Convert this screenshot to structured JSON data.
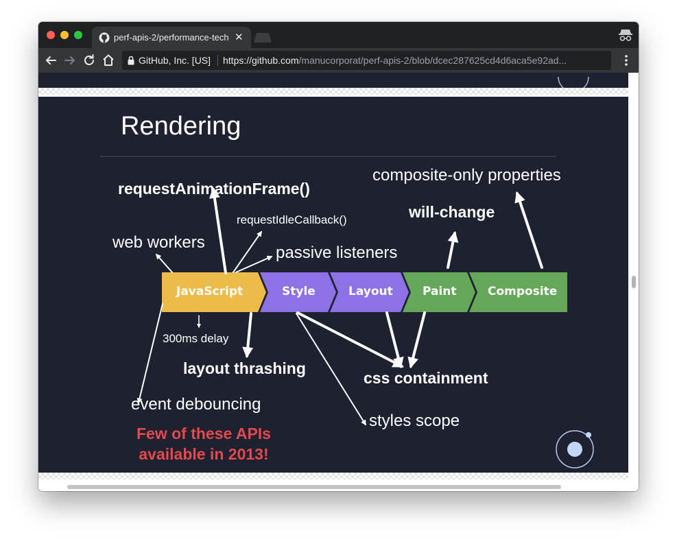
{
  "browser": {
    "tab_title": "perf-apis-2/performance-tech",
    "tab_close": "✕",
    "site_identity": "GitHub, Inc. [US]",
    "url_scheme_host": "https://github.com",
    "url_path": "/manucorporat/perf-apis-2/blob/dcec287625cd4d6aca5e92ad...",
    "icons": [
      "github-icon",
      "close-icon",
      "incognito-icon",
      "back-icon",
      "forward-icon",
      "reload-icon",
      "home-icon",
      "lock-icon",
      "star-icon",
      "menu-icon"
    ]
  },
  "slide": {
    "title": "Rendering",
    "pipeline": {
      "javascript": "JavaScript",
      "style": "Style",
      "layout": "Layout",
      "paint": "Paint",
      "composite": "Composite"
    },
    "annotations": {
      "raf": "requestAnimationFrame()",
      "ric": "requestIdleCallback()",
      "web_workers": "web workers",
      "passive": "passive listeners",
      "delay": "300ms delay",
      "thrashing": "layout thrashing",
      "debouncing": "event debouncing",
      "containment": "css containment",
      "scope": "styles scope",
      "will_change": "will-change",
      "composite_only": "composite-only properties"
    },
    "warning_line1": "Few of these APIs",
    "warning_line2": "available in 2013!",
    "colors": {
      "background": "#1e2230",
      "javascript": "#ecbb4a",
      "style": "#8c72e4",
      "layout": "#8c72e4",
      "paint": "#65a85a",
      "composite": "#65a85a",
      "warning": "#e5484d"
    }
  }
}
